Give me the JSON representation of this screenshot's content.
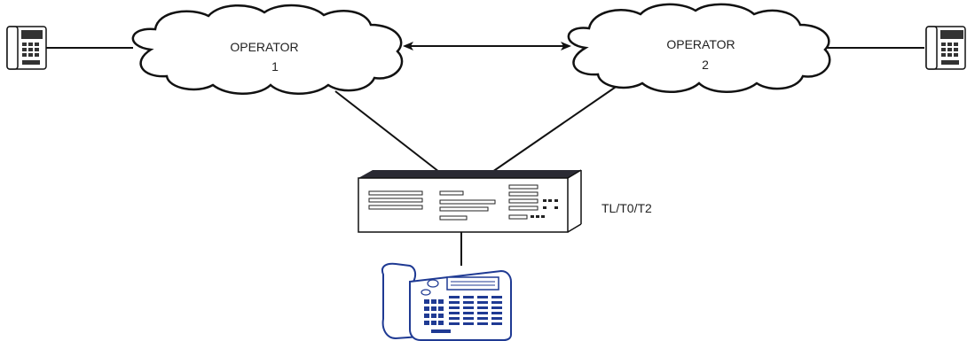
{
  "operator1": {
    "line1": "OPERATOR",
    "line2": "1"
  },
  "operator2": {
    "line1": "OPERATOR",
    "line2": "2"
  },
  "pbx": {
    "label": "TL/T0/T2"
  },
  "colors": {
    "line": "#111111",
    "cloud_stroke": "#111111",
    "phone_blue": "#1f3a93",
    "pbx_top": "#2a2a33"
  },
  "icons": [
    "cloud-icon",
    "desk-phone-icon",
    "pbx-switch-icon",
    "double-arrow-icon"
  ]
}
